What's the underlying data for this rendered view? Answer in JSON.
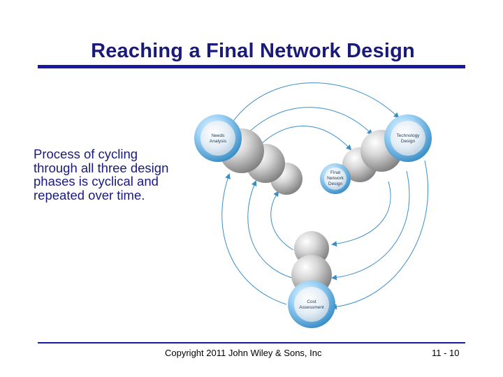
{
  "slide": {
    "title": "Reaching a Final Network Design",
    "body": "Process of cycling through all three design phases is cyclical and repeated over time."
  },
  "diagram": {
    "nodes": {
      "needs_analysis": [
        "Needs",
        "Analysis"
      ],
      "technology_design": [
        "Technology",
        "Design"
      ],
      "cost_assessment": [
        "Cost",
        "Assessment"
      ],
      "final_network_design": [
        "Final",
        "Network",
        "Design"
      ]
    }
  },
  "footer": {
    "copyright": "Copyright 2011 John Wiley & Sons, Inc",
    "page": "11 - 10"
  },
  "colors": {
    "title": "#1a1a7a",
    "rule": "#1a1aa0",
    "arrow": "#3a8ec8",
    "blue_sphere": "#5aa6dc",
    "gray_sphere": "#a8a8a8"
  }
}
